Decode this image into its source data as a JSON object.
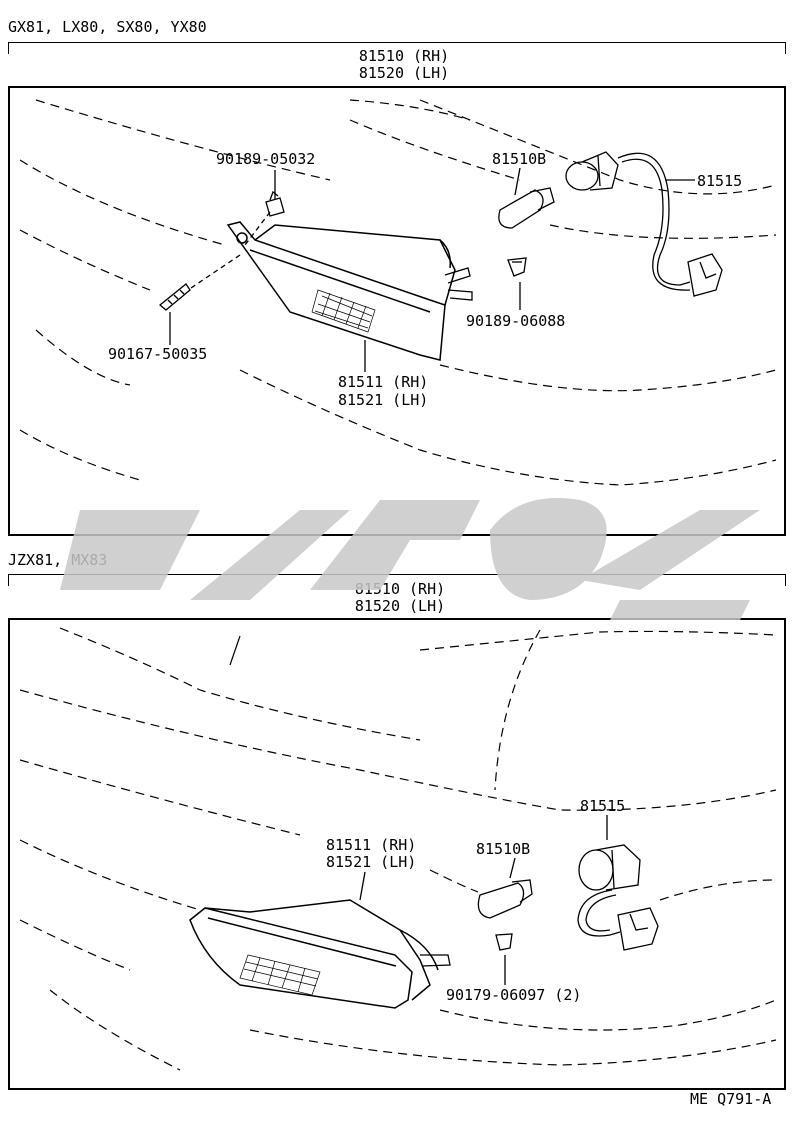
{
  "top_section": {
    "models": "GX81, LX80, SX80, YX80",
    "assembly_rh": "81510 (RH)",
    "assembly_lh": "81520 (LH)",
    "parts": {
      "screw": "90189-05032",
      "bolt": "90167-50035",
      "bulb": "81510B",
      "socket": "81515",
      "clip": "90189-06088",
      "lens_rh": "81511 (RH)",
      "lens_lh": "81521 (LH)"
    }
  },
  "bottom_section": {
    "models": "JZX81, MX83",
    "assembly_rh": "81510 (RH)",
    "assembly_lh": "81520 (LH)",
    "parts": {
      "socket": "81515",
      "bulb": "81510B",
      "lens_rh": "81511 (RH)",
      "lens_lh": "81521 (LH)",
      "clip": "90179-06097 (2)"
    }
  },
  "footer_code": "ME Q791-A",
  "colors": {
    "ink": "#000000",
    "watermark": "#c8c8c8"
  }
}
